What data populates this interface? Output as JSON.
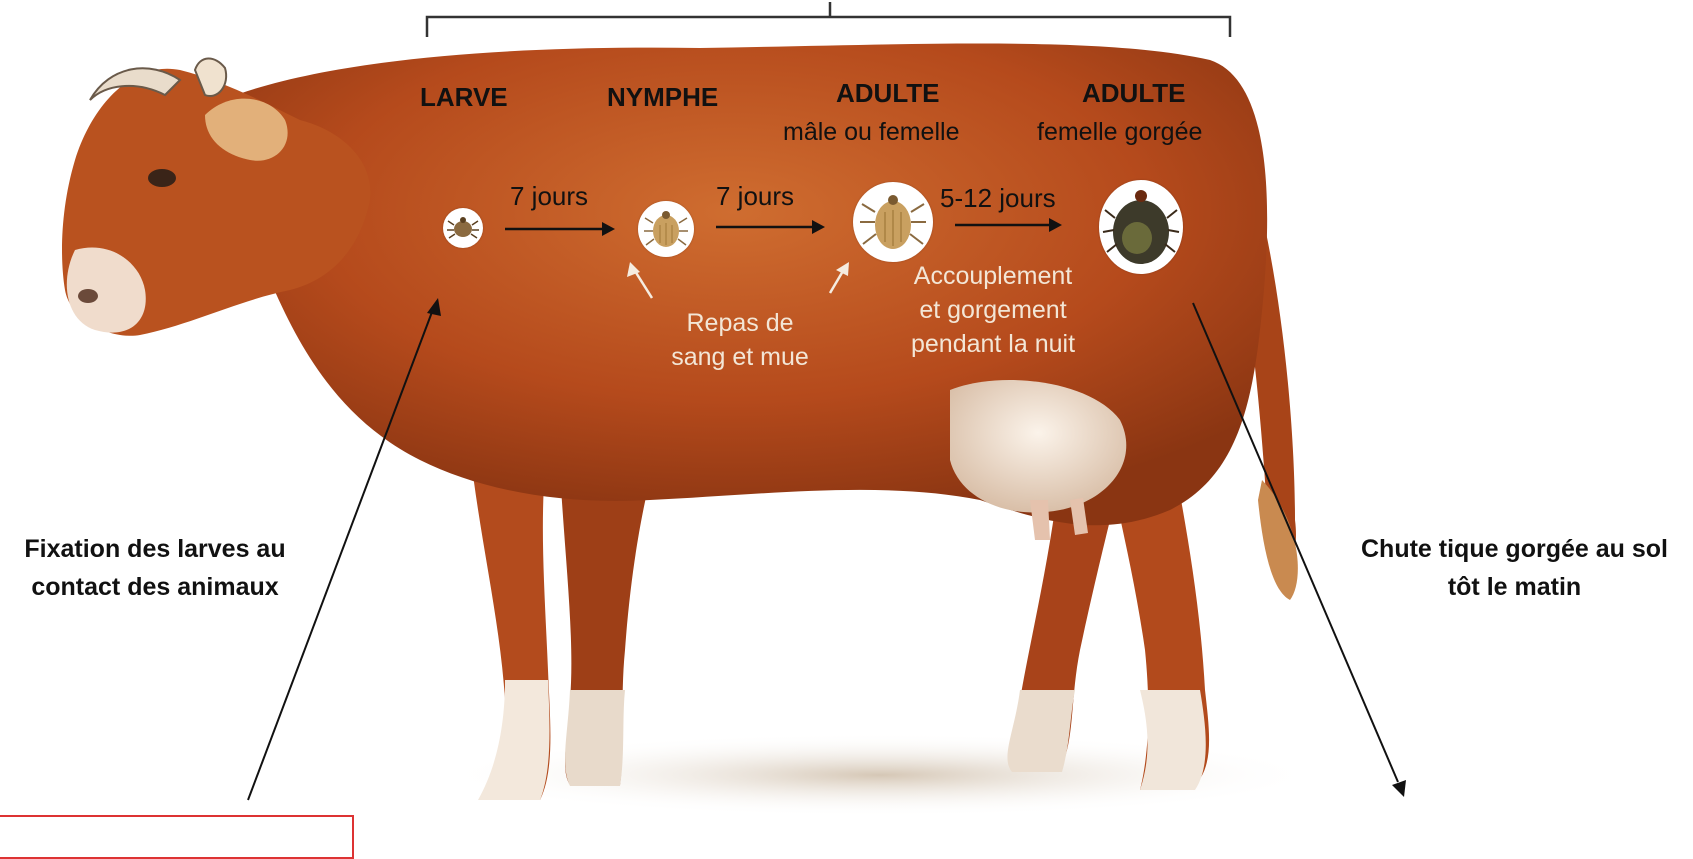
{
  "stages": [
    {
      "label": "LARVE",
      "sub": ""
    },
    {
      "label": "NYMPHE",
      "sub": ""
    },
    {
      "label": "ADULTE",
      "sub": "mâle ou femelle"
    },
    {
      "label": "ADULTE",
      "sub": "femelle gorgée"
    }
  ],
  "durations": [
    "7 jours",
    "7 jours",
    "5-12 jours"
  ],
  "notes": {
    "meal_line1": "Repas de",
    "meal_line2": "sang et mue",
    "mating_line1": "Accouplement",
    "mating_line2": "et gorgement",
    "mating_line3": "pendant la nuit"
  },
  "left_caption": {
    "line1": "Fixation des larves au",
    "line2": "contact des animaux"
  },
  "right_caption": {
    "line1": "Chute tique gorgée au sol",
    "line2": "tôt le matin"
  },
  "colors": {
    "cow_body": "#b54a1c",
    "cow_highlight": "#d97a3c",
    "udder": "#f0e2d6",
    "tick_larva": "#8a6a40",
    "tick_adult": "#c9a060",
    "tick_engorged": "#3d3a2a",
    "brace": "#333333",
    "redbox": "#dd3333"
  },
  "icons": [
    "larva-tick-icon",
    "nymph-tick-icon",
    "adult-tick-icon",
    "engorged-tick-icon",
    "cow-illustration"
  ]
}
